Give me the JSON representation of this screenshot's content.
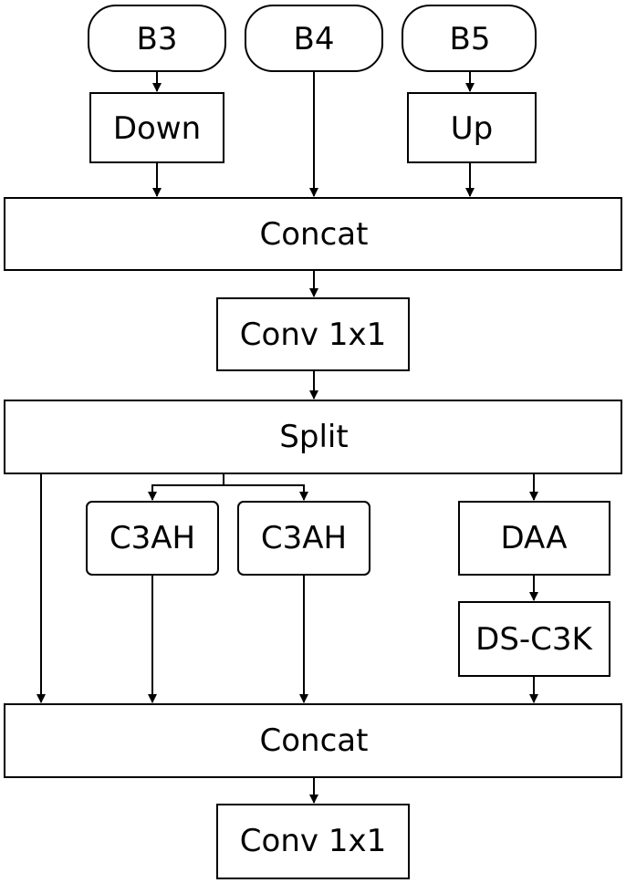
{
  "diagram": {
    "inputs": {
      "b3": "B3",
      "b4": "B4",
      "b5": "B5"
    },
    "ops": {
      "down": "Down",
      "up": "Up",
      "concat_top": "Concat",
      "conv_top": "Conv 1x1",
      "split": "Split",
      "c3ah_left": "C3AH",
      "c3ah_right": "C3AH",
      "daa": "DAA",
      "ds_c3k": "DS-C3K",
      "concat_bottom": "Concat",
      "conv_bottom": "Conv 1x1"
    }
  }
}
